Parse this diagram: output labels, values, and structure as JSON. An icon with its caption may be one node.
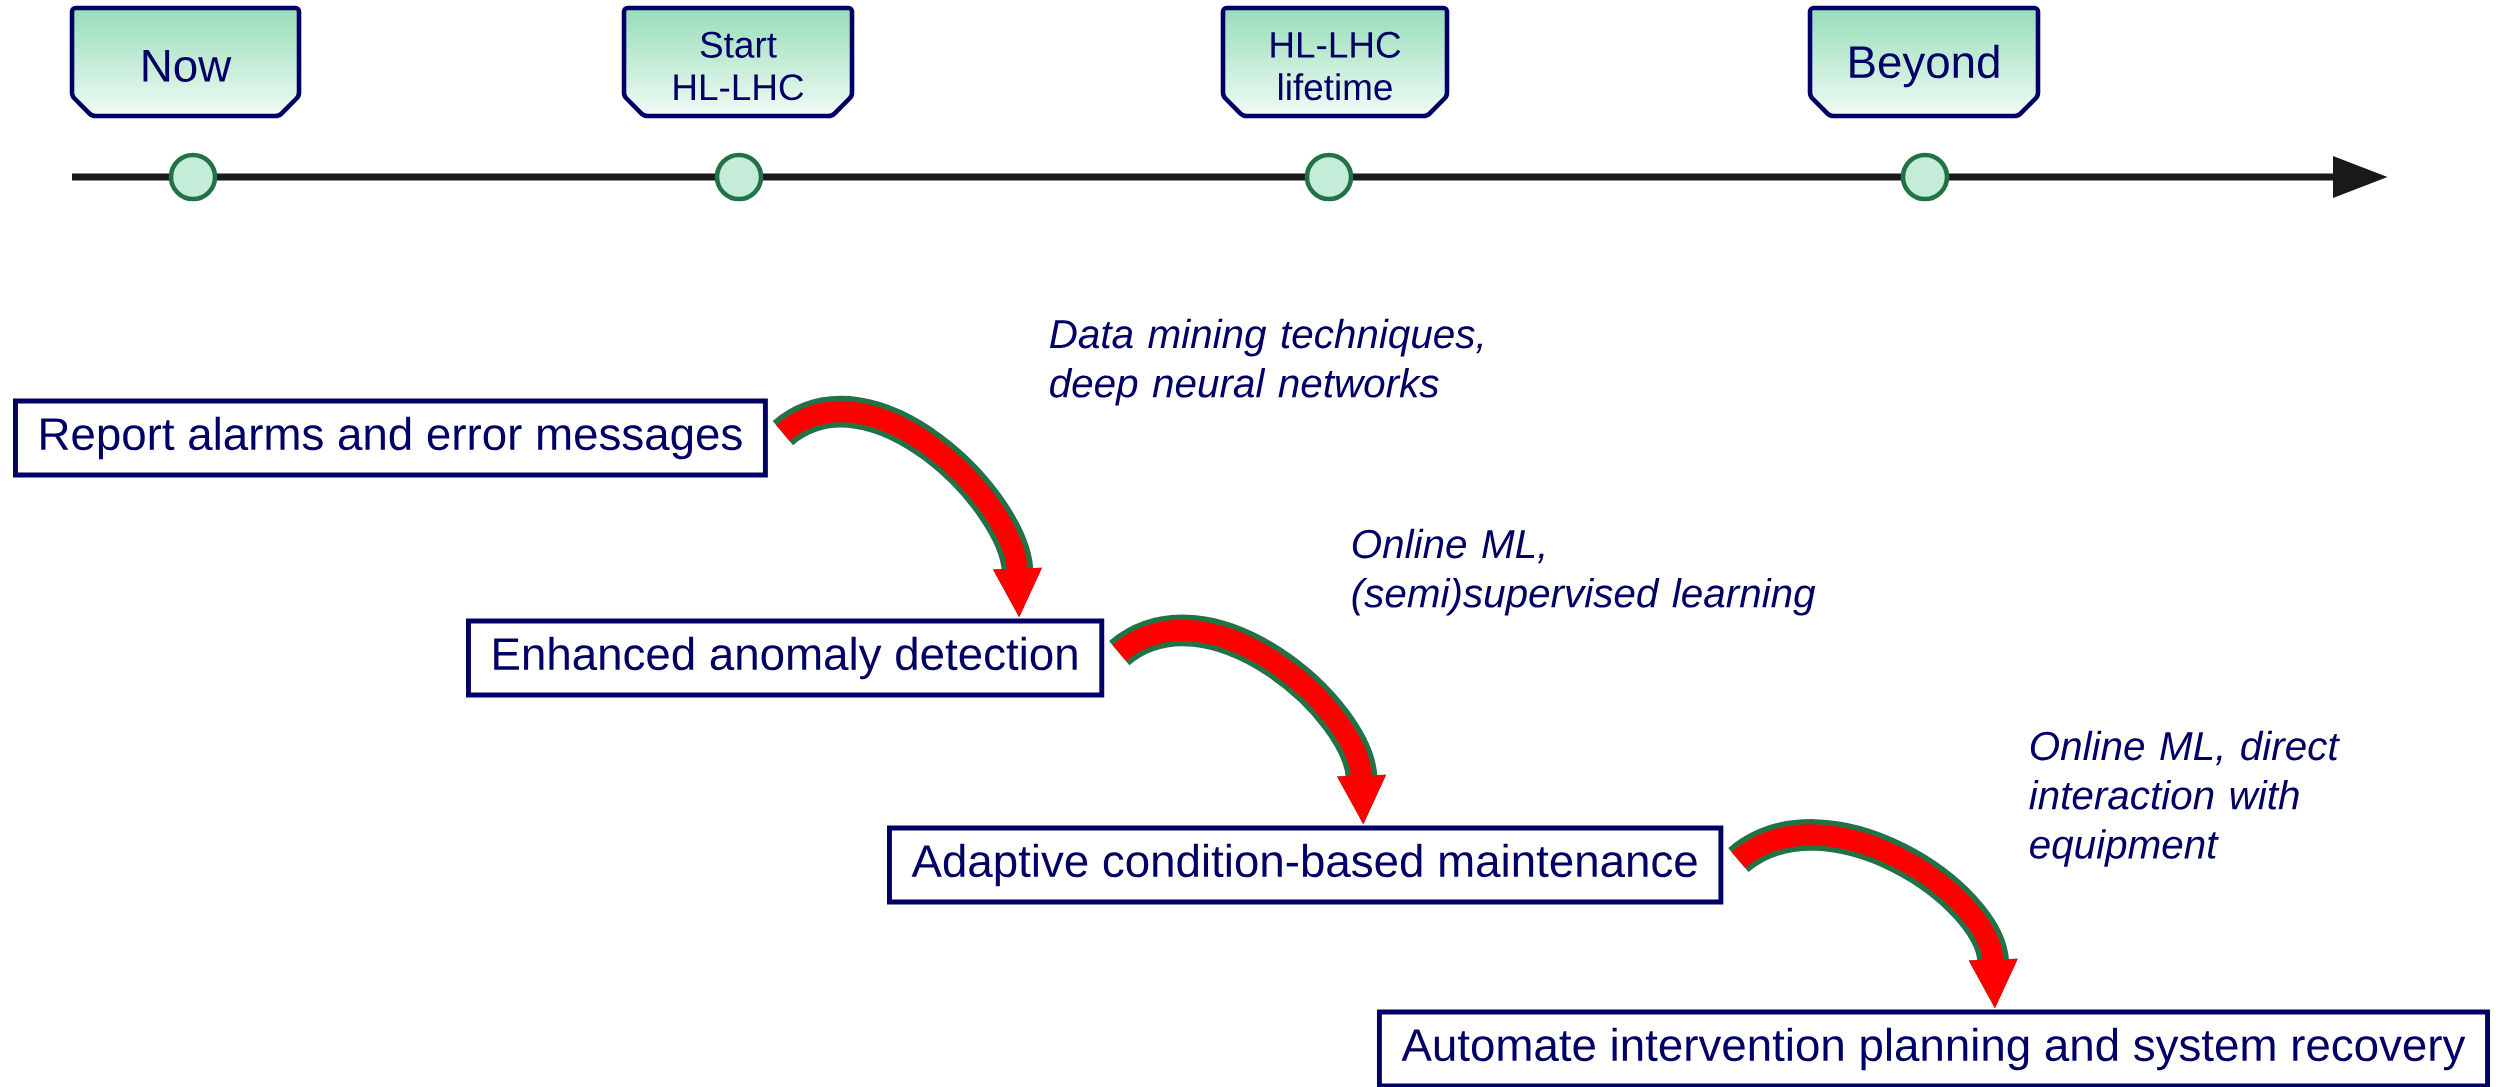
{
  "diagram": {
    "nodes": [
      {
        "text": [
          "Now"
        ]
      },
      {
        "text": [
          "Start HL-LHC"
        ]
      },
      {
        "text": [
          "HL-LHC lifetime"
        ]
      },
      {
        "text": [
          "Beyond"
        ]
      },
      {
        "text": [],
        "shape": "circle"
      },
      {
        "text": [],
        "shape": "circle"
      },
      {
        "text": [],
        "shape": "circle"
      },
      {
        "text": [],
        "shape": "circle"
      },
      {
        "text": [
          "Report alarms and error messages"
        ]
      },
      {
        "text": [
          "Enhanced anomaly detection"
        ]
      },
      {
        "text": [
          "Adaptive condition-based maintenance"
        ]
      },
      {
        "text": [
          "Automate intervention planning and system recovery"
        ]
      }
    ],
    "edges": [
      {
        "from": 8,
        "to": 9,
        "arrow": "to",
        "label": "Data mining techniques, deep neural networks"
      },
      {
        "from": 9,
        "to": 10,
        "arrow": "to",
        "label": "Online ML, (semi)supervised learning"
      },
      {
        "from": 10,
        "to": 11,
        "arrow": "to",
        "label": "Online ML, direct interaction with equipment"
      }
    ]
  }
}
